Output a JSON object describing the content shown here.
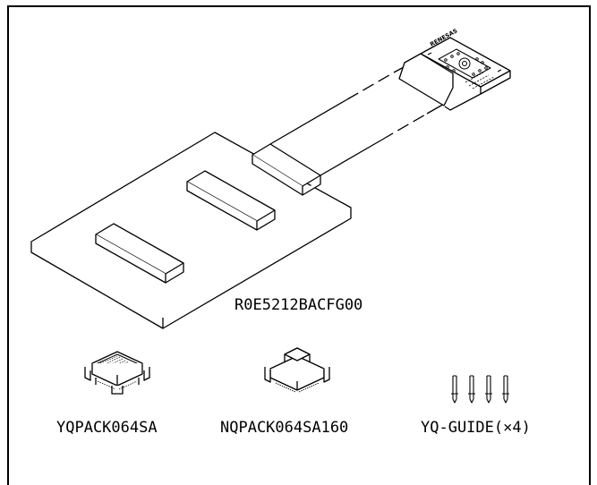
{
  "main_part": {
    "label": "R0E5212BACFG00",
    "logo_text": "RENESAS"
  },
  "parts": [
    {
      "label": "YQPACK064SA"
    },
    {
      "label": "NQPACK064SA160"
    },
    {
      "label": "YQ-GUIDE(×4)"
    }
  ]
}
